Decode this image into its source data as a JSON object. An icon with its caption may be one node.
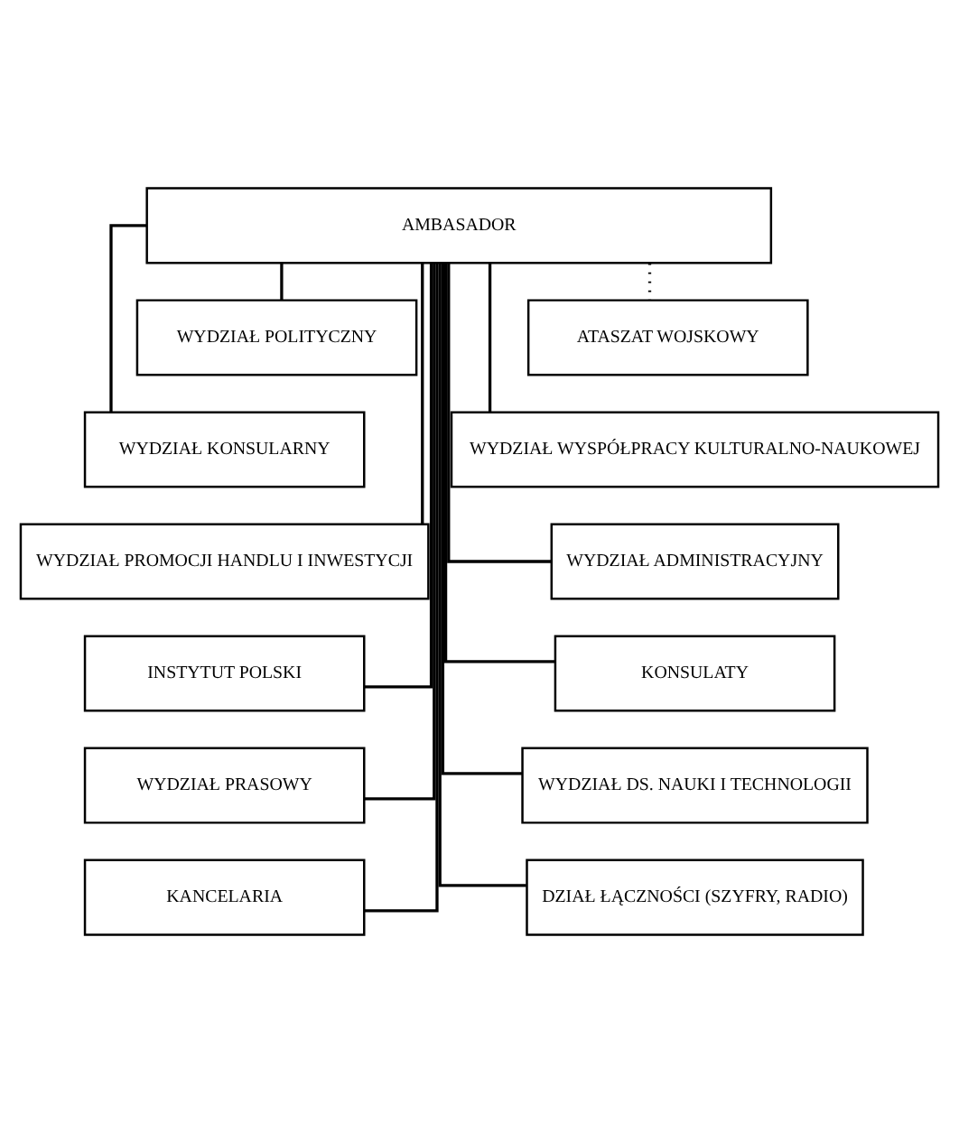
{
  "diagram": {
    "nodes": [
      {
        "text": [
          "AMBASADOR"
        ]
      },
      {
        "text": [
          "WYDZIAŁ POLITYCZNY"
        ]
      },
      {
        "text": [
          "ATASZAT WOJSKOWY"
        ]
      },
      {
        "text": [
          "WYDZIAŁ KONSULARNY"
        ]
      },
      {
        "text": [
          "WYDZIAŁ WYSPÓŁPRACY KULTURALNO-NAUKOWEJ"
        ]
      },
      {
        "text": [
          "WYDZIAŁ PROMOCJI HANDLU I INWESTYCJI"
        ]
      },
      {
        "text": [
          "WYDZIAŁ ADMINISTRACYJNY"
        ]
      },
      {
        "text": [
          "INSTYTUT POLSKI"
        ]
      },
      {
        "text": [
          "KONSULATY"
        ]
      },
      {
        "text": [
          "WYDZIAŁ PRASOWY"
        ]
      },
      {
        "text": [
          "WYDZIAŁ DS. NAUKI I TECHNOLOGII"
        ]
      },
      {
        "text": [
          "KANCELARIA"
        ]
      },
      {
        "text": [
          "DZIAŁ ŁĄCZNOŚCI (SZYFRY, RADIO)"
        ]
      }
    ],
    "edges": [
      {
        "from": 0,
        "to": 1,
        "arrow": "none"
      },
      {
        "from": 0,
        "to": 2,
        "arrow": "none",
        "style": "dashed"
      },
      {
        "from": 0,
        "to": 3,
        "arrow": "none"
      },
      {
        "from": 0,
        "to": 4,
        "arrow": "none"
      },
      {
        "from": 0,
        "to": 5,
        "arrow": "none"
      },
      {
        "from": 0,
        "to": 6,
        "arrow": "none"
      },
      {
        "from": 0,
        "to": 7,
        "arrow": "none"
      },
      {
        "from": 0,
        "to": 8,
        "arrow": "none"
      },
      {
        "from": 0,
        "to": 9,
        "arrow": "none"
      },
      {
        "from": 0,
        "to": 10,
        "arrow": "none"
      },
      {
        "from": 0,
        "to": 11,
        "arrow": "none"
      },
      {
        "from": 0,
        "to": 12,
        "arrow": "none"
      }
    ]
  }
}
